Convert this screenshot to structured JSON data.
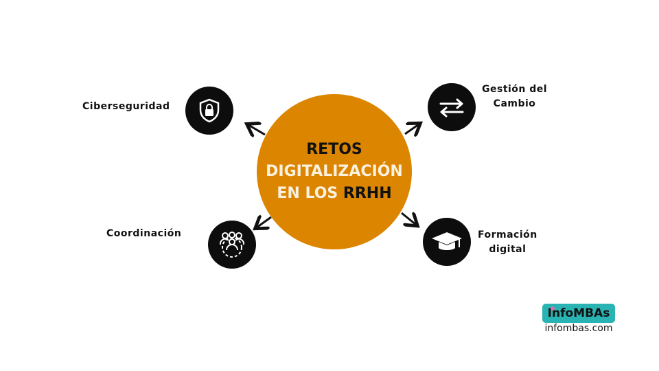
{
  "center": {
    "line1": "RETOS",
    "line2": "DIGITALIZACIÓN",
    "line3a": "EN LOS ",
    "line3b": "RRHH",
    "color": "#dc8500"
  },
  "nodes": [
    {
      "label": "Ciberseguridad",
      "icon": "shield-lock-icon"
    },
    {
      "label_line1": "Gestión del",
      "label_line2": "Cambio",
      "icon": "swap-arrows-icon"
    },
    {
      "label": "Coordinación",
      "icon": "team-gear-icon"
    },
    {
      "label_line1": "Formación",
      "label_line2": "digital",
      "icon": "graduation-cap-icon"
    }
  ],
  "logo": {
    "text": "InfoMBAs",
    "url": "infombas.com",
    "color": "#2ab3b3"
  }
}
